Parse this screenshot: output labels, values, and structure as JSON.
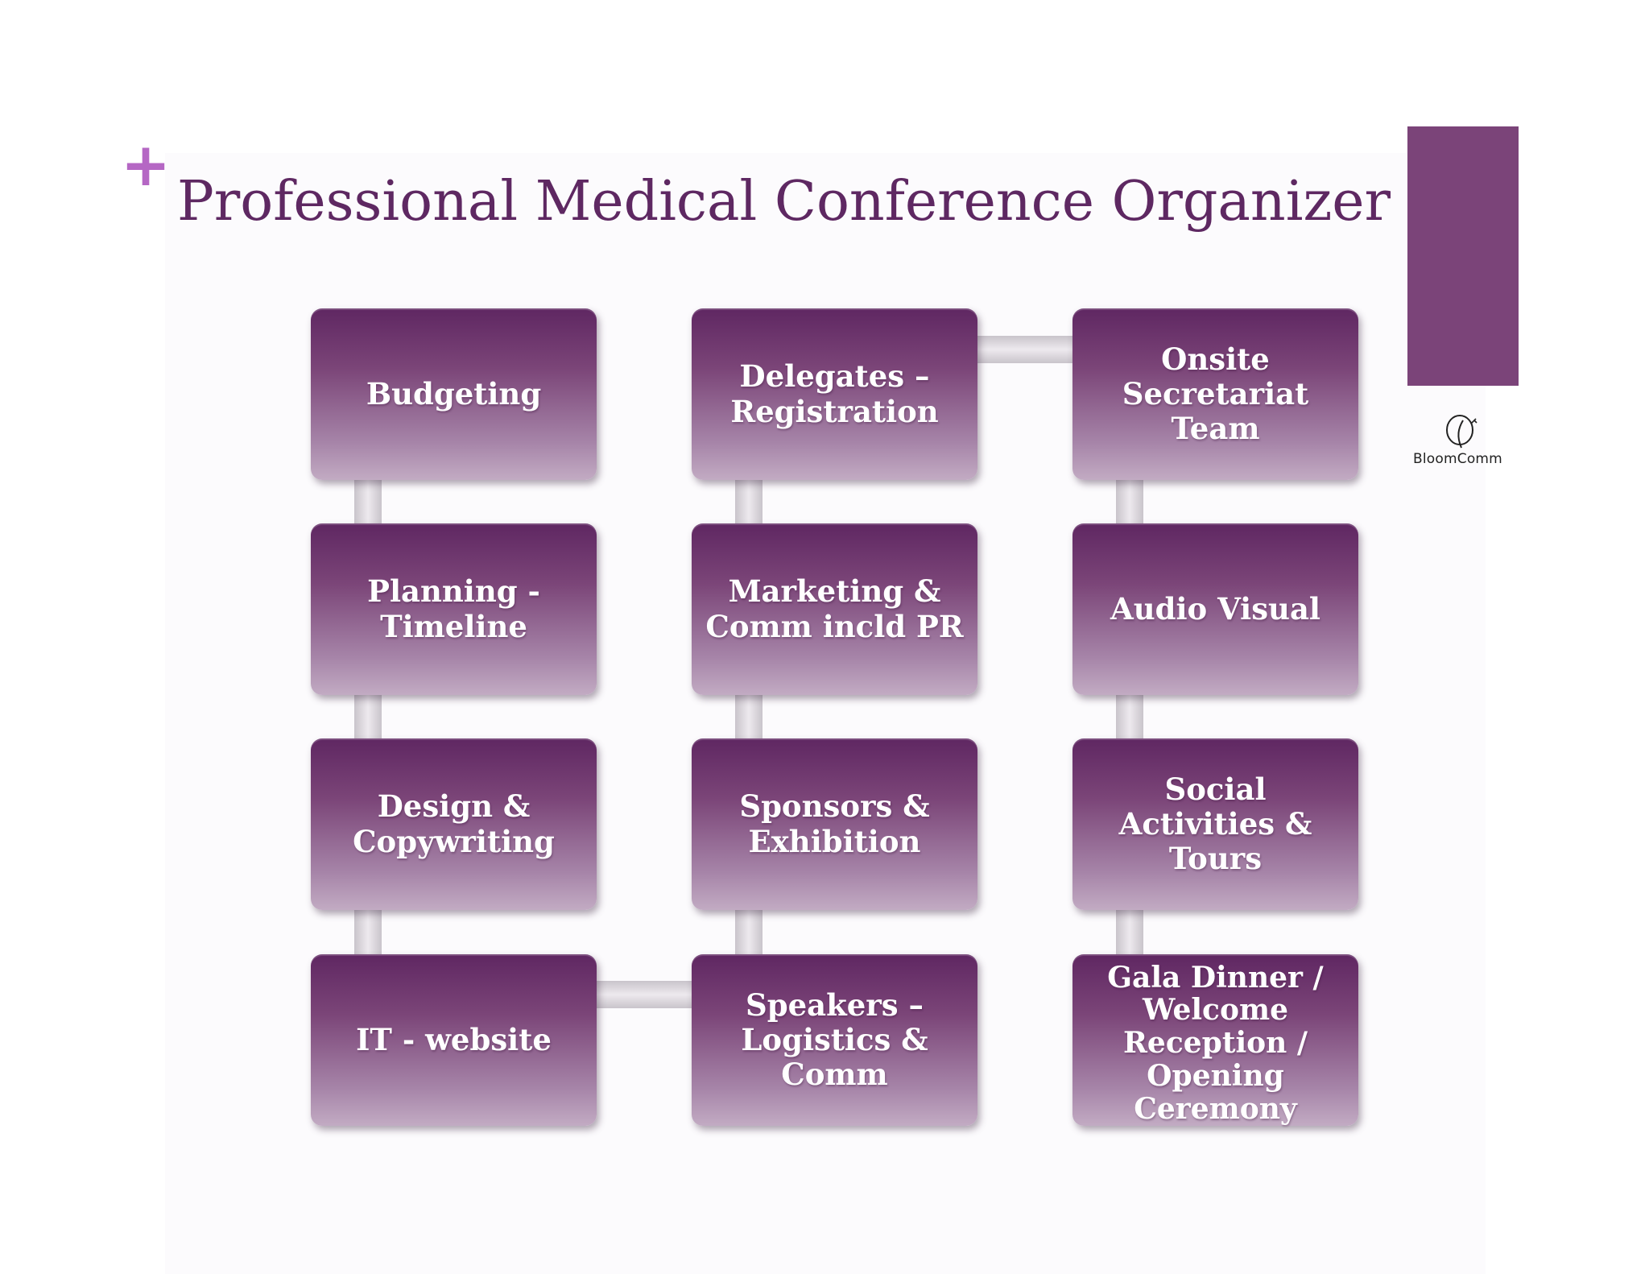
{
  "title": "Professional Medical Conference Organizer",
  "plus_glyph": "+",
  "logo": {
    "text": "BloomComm"
  },
  "colors": {
    "title": "#5e2862",
    "plus": "#b567c4",
    "accent_bar": "#7b4479",
    "box_top": "#5f2762",
    "box_bottom": "#c2abc3"
  },
  "columns": [
    {
      "items": [
        "Budgeting",
        "Planning -\nTimeline",
        "Design &\nCopywriting",
        "IT - website"
      ]
    },
    {
      "items": [
        "Delegates –\nRegistration",
        "Marketing &\nComm incld PR",
        "Sponsors &\nExhibition",
        "Speakers –\nLogistics &\nComm"
      ]
    },
    {
      "items": [
        "Onsite\nSecretariat\nTeam",
        "Audio Visual",
        "Social\nActivities &\nTours",
        "Gala  Dinner /\nWelcome\nReception /\nOpening\nCeremony"
      ]
    }
  ]
}
